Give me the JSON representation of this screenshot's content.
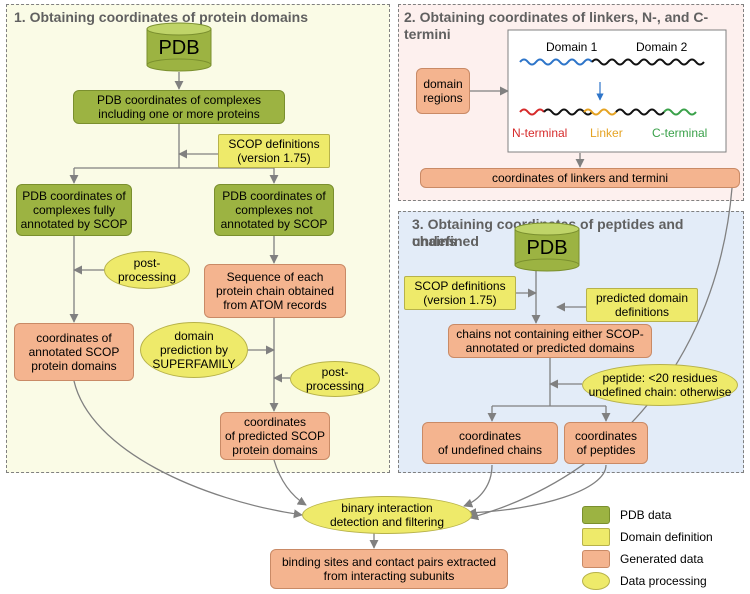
{
  "panels": {
    "p1_title": "1. Obtaining coordinates of protein domains",
    "p2_title": "2. Obtaining coordinates of linkers, N-, and C- termini",
    "p3_title_line1": "3. Obtaining coordinates of peptides and undefined",
    "p3_title_line2": "chains"
  },
  "p1": {
    "pdb": "PDB",
    "pdb_complexes": [
      "PDB coordinates of complexes",
      "including one or more proteins"
    ],
    "scop_defs": [
      "SCOP definitions",
      "(version 1.75)"
    ],
    "fully_annotated": [
      "PDB coordinates of",
      "complexes fully",
      "annotated by SCOP"
    ],
    "not_annotated": [
      "PDB coordinates of",
      "complexes not",
      "annotated by SCOP"
    ],
    "post_processing_1": [
      "post-",
      "processing"
    ],
    "sequence": [
      "Sequence of each",
      "protein chain obtained",
      "from ATOM records"
    ],
    "coords_annotated": [
      "coordinates of",
      "annotated SCOP",
      "protein domains"
    ],
    "superfamily": [
      "domain",
      "prediction by",
      "SUPERFAMILY"
    ],
    "post_processing_2": [
      "post-",
      "processing"
    ],
    "coords_predicted": [
      "coordinates",
      "of predicted SCOP",
      "protein domains"
    ]
  },
  "p2": {
    "domain_regions": [
      "domain",
      "regions"
    ],
    "domain1": "Domain 1",
    "domain2": "Domain 2",
    "n_terminal": "N-terminal",
    "linker": "Linker",
    "c_terminal": "C-terminal",
    "coords_linkers": "coordinates of linkers and termini"
  },
  "p3": {
    "pdb": "PDB",
    "scop_defs": [
      "SCOP definitions",
      "(version 1.75)"
    ],
    "predicted_defs": [
      "predicted domain",
      "definitions"
    ],
    "chains_not": [
      "chains not containing either SCOP-",
      "annotated or predicted domains"
    ],
    "peptide_rule": [
      "peptide: <20 residues",
      "undefined chain: otherwise"
    ],
    "coords_undefined": [
      "coordinates",
      "of undefined chains"
    ],
    "coords_peptides": [
      "coordinates",
      "of peptides"
    ]
  },
  "bottom": {
    "binary": [
      "binary interaction",
      "detection and filtering"
    ],
    "binding_sites": [
      "binding sites and contact pairs extracted",
      "from interacting subunits"
    ]
  },
  "legend": {
    "pdb_data": "PDB data",
    "domain_definition": "Domain definition",
    "generated_data": "Generated data",
    "data_processing": "Data processing"
  },
  "colors": {
    "green": "#9cb342",
    "yellow": "#eeea6a",
    "orange": "#f4b48f",
    "panel1_bg": "#fafbe6",
    "panel2_bg": "#fdf0ee",
    "panel3_bg": "#e3ecf8",
    "domain1_wave": "#2e75c9",
    "n_terminal": "#d62b2b",
    "linker": "#e5a323",
    "c_terminal": "#3aa14a"
  }
}
